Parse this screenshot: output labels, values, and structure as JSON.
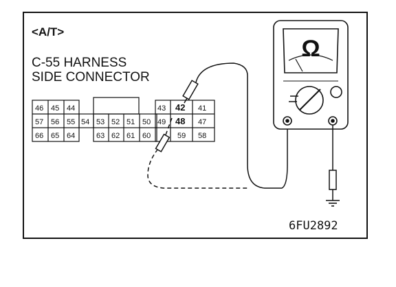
{
  "header": {
    "section": "<A/T>",
    "connector_line1": "C-55 HARNESS",
    "connector_line2": "SIDE CONNECTOR"
  },
  "connector": {
    "rows": [
      [
        "46",
        "45",
        "44",
        "",
        "",
        "",
        "",
        "",
        "43",
        "42",
        "41"
      ],
      [
        "57",
        "56",
        "55",
        "54",
        "53",
        "52",
        "51",
        "50",
        "49",
        "48",
        "47"
      ],
      [
        "66",
        "65",
        "64",
        "",
        "63",
        "62",
        "61",
        "60",
        "",
        "59",
        "58"
      ]
    ],
    "highlighted_pins": [
      "42",
      "48"
    ]
  },
  "meter": {
    "symbol": "Ω",
    "mode": "ohmmeter"
  },
  "figure_code": "6FU2892",
  "colors": {
    "ink": "#111111",
    "paper": "#ffffff"
  }
}
